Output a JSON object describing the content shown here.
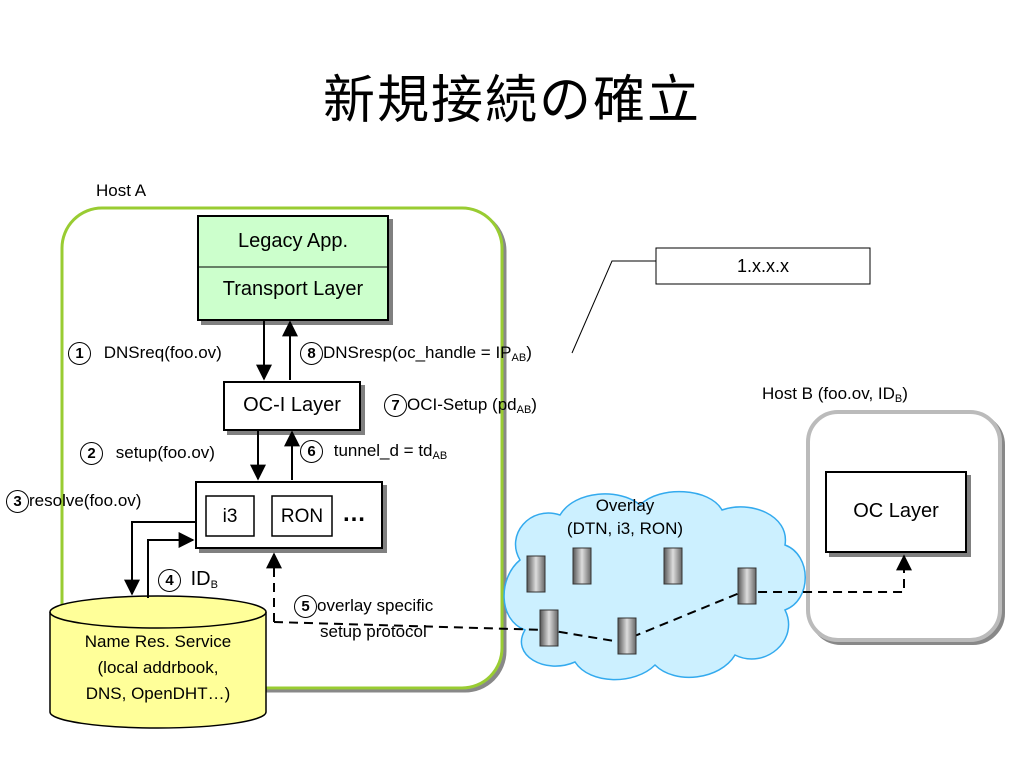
{
  "title": "新規接続の確立",
  "host_a": {
    "label": "Host A"
  },
  "host_b": {
    "label": "Host B (foo.ov, ID",
    "label_sub": "B",
    "label_end": ")",
    "layer": "OC Layer"
  },
  "app": {
    "legacy": "Legacy App.",
    "transport": "Transport Layer"
  },
  "oci_layer": "OC-I Layer",
  "overlay_box": {
    "i3": "i3",
    "ron": "RON",
    "more": "…"
  },
  "ip_callout": "1.x.x.x",
  "overlay_cloud": {
    "line1": "Overlay",
    "line2": "(DTN, i3, RON)"
  },
  "name_service": {
    "line1": "Name Res. Service",
    "line2": "(local addrbook,",
    "line3": "DNS, OpenDHT…)"
  },
  "steps": [
    {
      "num": "1",
      "text": "DNSreq(foo.ov)"
    },
    {
      "num": "2",
      "text": "setup(foo.ov)"
    },
    {
      "num": "3",
      "text": "resolve(foo.ov)"
    },
    {
      "num": "4",
      "text": "ID",
      "sub": "B"
    },
    {
      "num": "5",
      "text": "overlay specific",
      "text2": "setup protocol"
    },
    {
      "num": "6",
      "text": "tunnel_d = td",
      "sub": "AB"
    },
    {
      "num": "7",
      "text": "OCI-Setup (pd",
      "sub": "AB",
      "end": ")"
    },
    {
      "num": "8",
      "text": "DNSresp(oc_handle = IP",
      "sub": "AB",
      "end": ")"
    }
  ],
  "colors": {
    "host_a_border": "#99cc33",
    "app_fill": "#ccffcc",
    "name_service_fill": "#ffff99",
    "cloud_fill": "#ccf0ff",
    "cloud_border": "#33aaee",
    "host_b_border": "#bbbbbb"
  }
}
